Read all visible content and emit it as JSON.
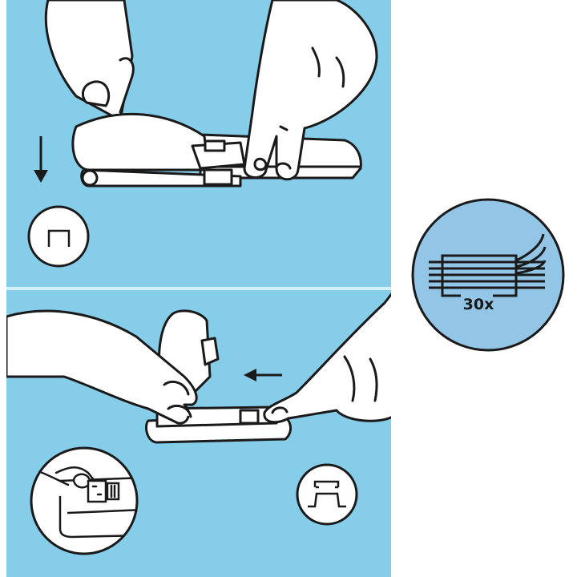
{
  "illustration": {
    "subject": "stapler instruction diagram",
    "colors": {
      "panel_blue": "#86cdea",
      "badge_blue": "#93c5e6",
      "line": "#1a1a1a",
      "white": "#ffffff",
      "background": "#ffffff"
    },
    "steps": [
      {
        "id": "step-1-open-stapler",
        "icons": [
          "arrow-down-icon",
          "staple-closed-icon"
        ]
      },
      {
        "id": "step-2-load-staples",
        "icons": [
          "arrow-left-icon",
          "staple-open-clinch-icon",
          "slider-detail-inset"
        ]
      }
    ],
    "capacity_badge": {
      "icon": "paper-stack-icon",
      "label": "30x"
    }
  }
}
